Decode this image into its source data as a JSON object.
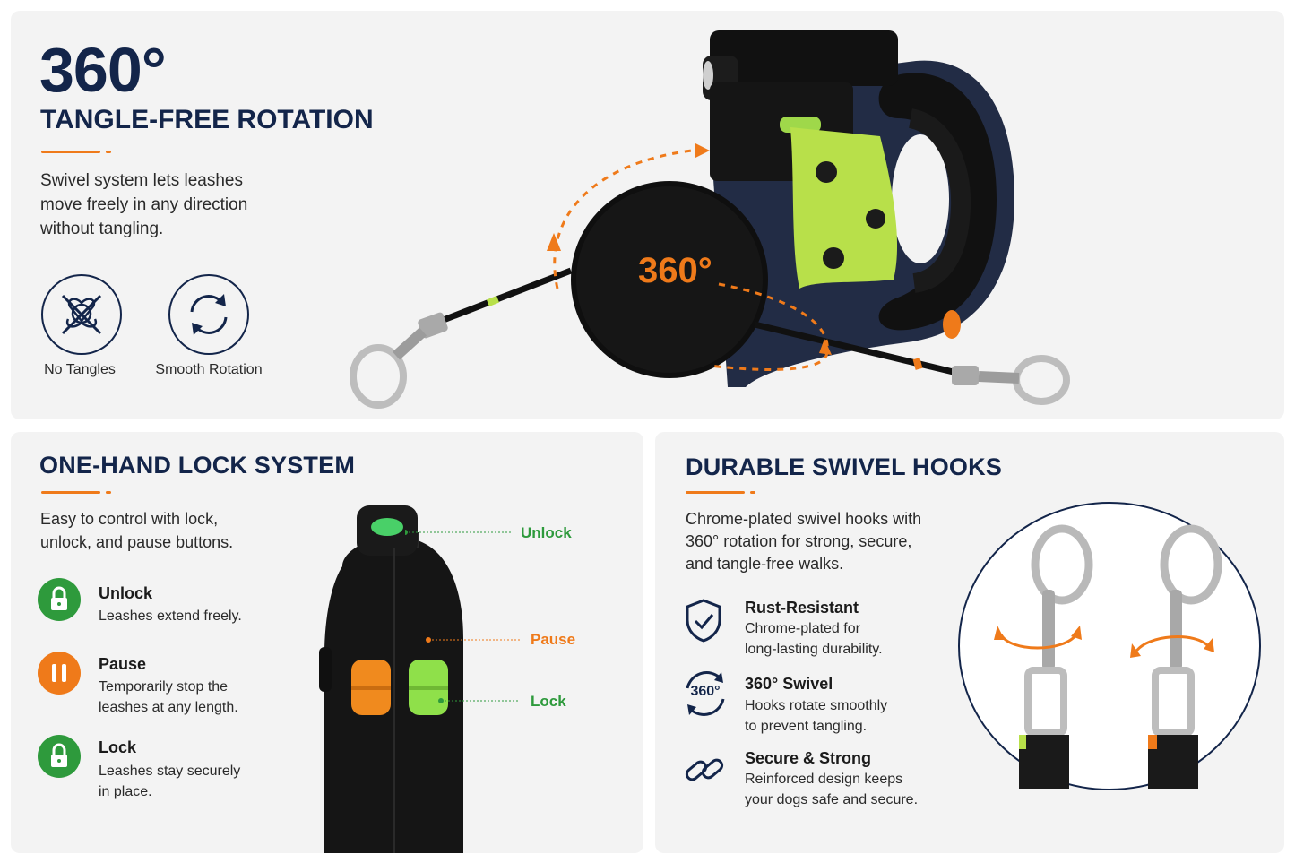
{
  "top": {
    "big_number": "360°",
    "subtitle": "TANGLE-FREE ROTATION",
    "description": [
      "Swivel system lets leashes",
      "move freely in any direction",
      "without tangling."
    ],
    "icons": [
      {
        "name": "no-tangles-icon",
        "label": "No Tangles"
      },
      {
        "name": "smooth-rotation-icon",
        "label": "Smooth Rotation"
      }
    ],
    "device_badge": "360°"
  },
  "lock_panel": {
    "title": "ONE-HAND LOCK SYSTEM",
    "description": [
      "Easy to control with lock,",
      "unlock, and pause buttons."
    ],
    "features": [
      {
        "icon": "unlock-icon",
        "title": "Unlock",
        "lines": [
          "Leashes extend freely."
        ],
        "color": "#2e9a3c"
      },
      {
        "icon": "pause-icon",
        "title": "Pause",
        "lines": [
          "Temporarily stop the",
          "leashes at any length."
        ],
        "color": "#ef7a1a"
      },
      {
        "icon": "lock-icon",
        "title": "Lock",
        "lines": [
          "Leashes stay securely",
          "in place."
        ],
        "color": "#2e9a3c"
      }
    ],
    "callouts": {
      "unlock": "Unlock",
      "pause": "Pause",
      "lock": "Lock"
    }
  },
  "hooks_panel": {
    "title": "DURABLE SWIVEL HOOKS",
    "description": [
      "Chrome-plated swivel hooks with",
      "360° rotation for strong, secure,",
      "and tangle-free walks."
    ],
    "features": [
      {
        "icon": "shield-check-icon",
        "title": "Rust-Resistant",
        "lines": [
          "Chrome-plated for",
          "long-lasting durability."
        ]
      },
      {
        "icon": "rotation-360-icon",
        "title": "360° Swivel",
        "lines": [
          "Hooks rotate smoothly",
          "to prevent tangling."
        ],
        "badge": "360°"
      },
      {
        "icon": "chain-link-icon",
        "title": "Secure & Strong",
        "lines": [
          "Reinforced design keeps",
          "your dogs safe and secure."
        ]
      }
    ]
  },
  "colors": {
    "navy": "#13254a",
    "orange": "#ef7a1a",
    "green": "#2e9a3c",
    "lime": "#9fd84a",
    "panel": "#f3f3f3"
  }
}
